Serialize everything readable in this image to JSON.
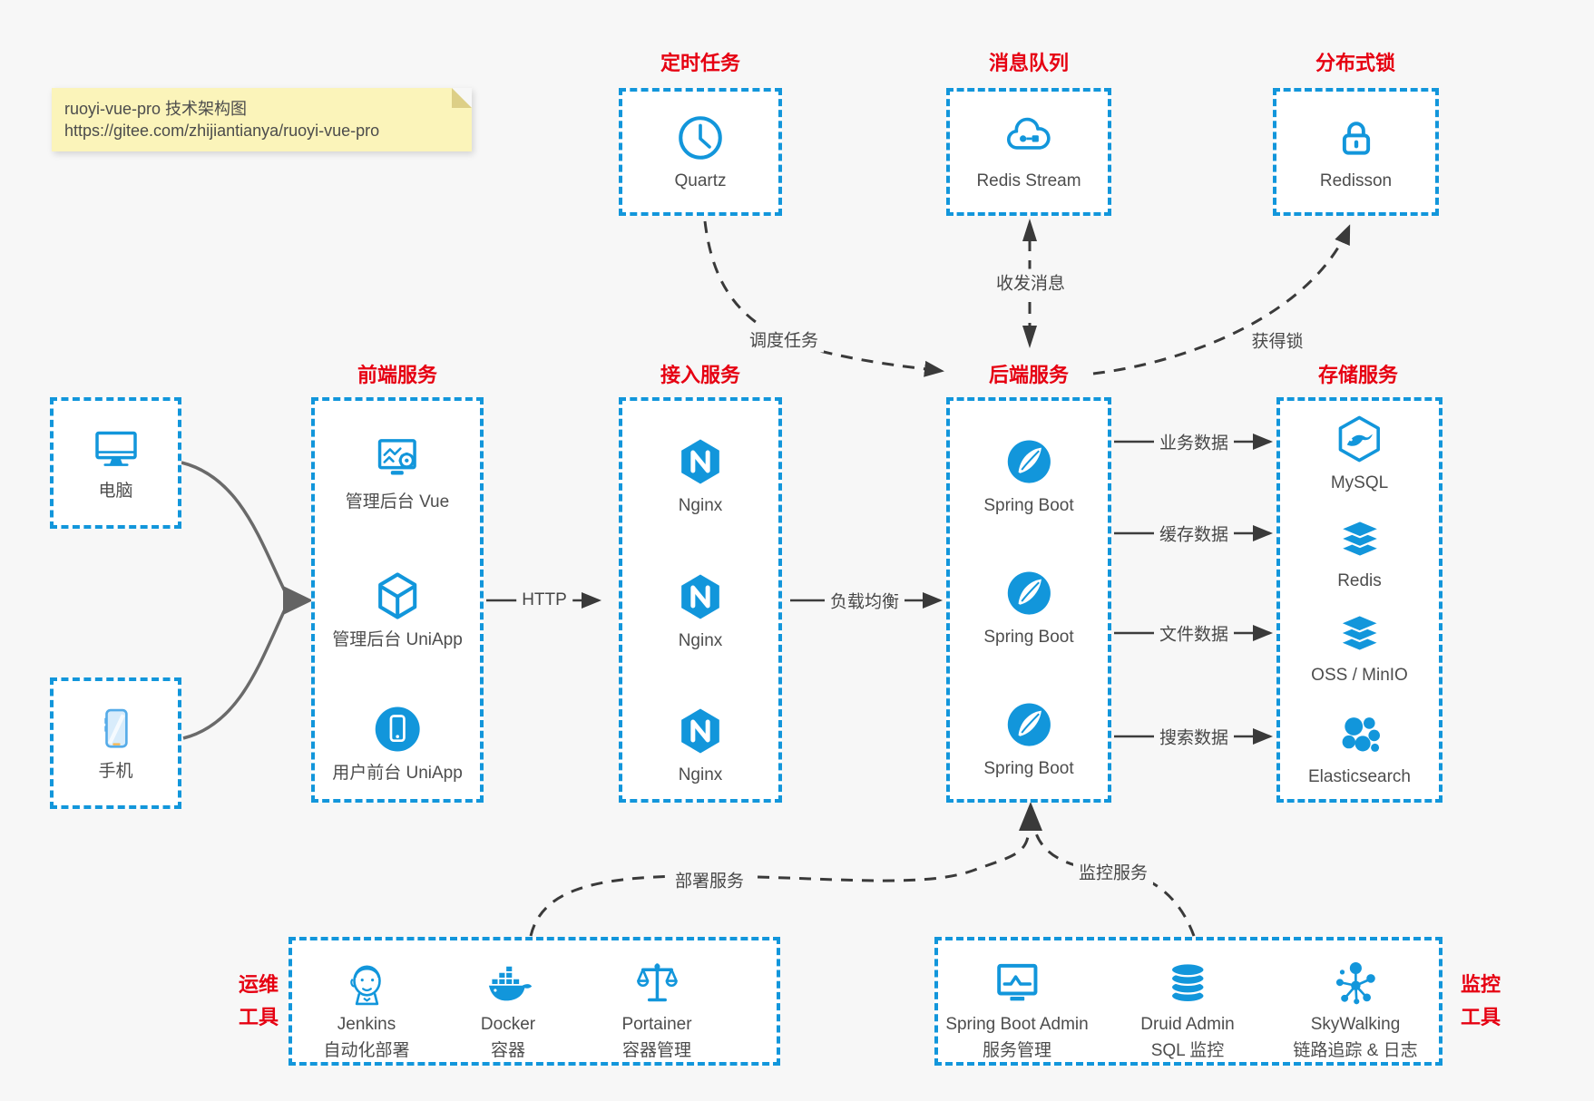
{
  "note": {
    "line1": "ruoyi-vue-pro 技术架构图",
    "line2": "https://gitee.com/zhijiantianya/ruoyi-vue-pro"
  },
  "top_groups": [
    {
      "title": "定时任务",
      "label": "Quartz"
    },
    {
      "title": "消息队列",
      "label": "Redis Stream"
    },
    {
      "title": "分布式锁",
      "label": "Redisson"
    }
  ],
  "clients": [
    {
      "label": "电脑"
    },
    {
      "label": "手机"
    }
  ],
  "columns": [
    {
      "title": "前端服务",
      "items": [
        {
          "label": "管理后台 Vue"
        },
        {
          "label": "管理后台 UniApp"
        },
        {
          "label": "用户前台 UniApp"
        }
      ]
    },
    {
      "title": "接入服务",
      "items": [
        {
          "label": "Nginx"
        },
        {
          "label": "Nginx"
        },
        {
          "label": "Nginx"
        }
      ]
    },
    {
      "title": "后端服务",
      "items": [
        {
          "label": "Spring Boot"
        },
        {
          "label": "Spring Boot"
        },
        {
          "label": "Spring Boot"
        }
      ]
    },
    {
      "title": "存储服务",
      "items": [
        {
          "label": "MySQL"
        },
        {
          "label": "Redis"
        },
        {
          "label": "OSS / MinIO"
        },
        {
          "label": "Elasticsearch"
        }
      ]
    }
  ],
  "bottom_groups": [
    {
      "side_title": "运维\n工具",
      "items": [
        {
          "name": "Jenkins",
          "desc": "自动化部署"
        },
        {
          "name": "Docker",
          "desc": "容器"
        },
        {
          "name": "Portainer",
          "desc": "容器管理"
        }
      ]
    },
    {
      "side_title": "监控\n工具",
      "items": [
        {
          "name": "Spring Boot Admin",
          "desc": "服务管理"
        },
        {
          "name": "Druid Admin",
          "desc": "SQL 监控"
        },
        {
          "name": "SkyWalking",
          "desc": "链路追踪 & 日志"
        }
      ]
    }
  ],
  "edges": {
    "http": "HTTP",
    "load_balance": "负载均衡",
    "business_data": "业务数据",
    "cache_data": "缓存数据",
    "file_data": "文件数据",
    "search_data": "搜索数据",
    "schedule": "调度任务",
    "messaging": "收发消息",
    "acquire_lock": "获得锁",
    "deploy": "部署服务",
    "monitor": "监控服务"
  },
  "colors": {
    "accent_blue": "#1296db",
    "title_red": "#e60012",
    "line_dark": "#3a3a3a",
    "line_gray": "#6a6a6a",
    "note_bg": "#fbf4ba",
    "page_bg": "#f7f7f7",
    "box_bg": "#ffffff"
  }
}
